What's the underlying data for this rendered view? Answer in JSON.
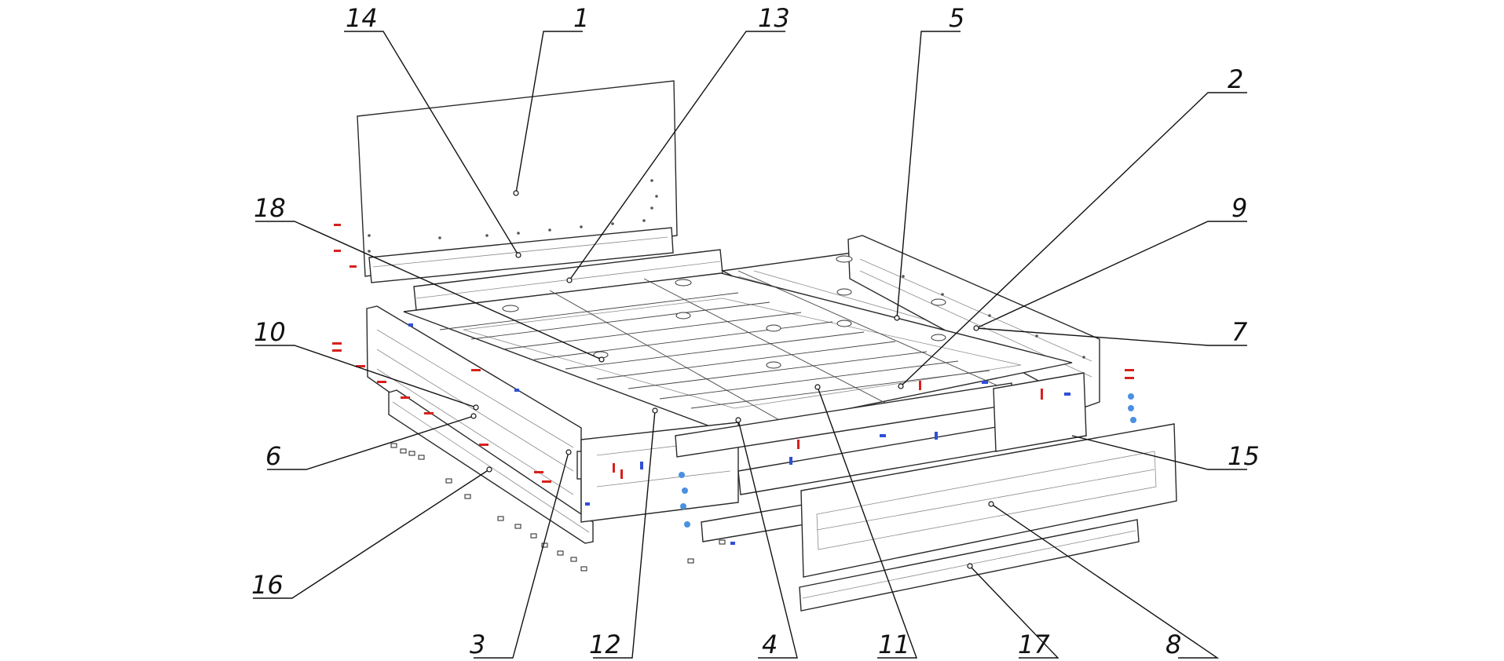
{
  "colors": {
    "line": "#2a2a2a",
    "screw_red": "#d8201c",
    "dowel_blue": "#2e4fd6",
    "cam_light_blue": "#4a90e2"
  },
  "callouts": [
    {
      "id": "c14",
      "number": "14"
    },
    {
      "id": "c1",
      "number": "1"
    },
    {
      "id": "c13",
      "number": "13"
    },
    {
      "id": "c5",
      "number": "5"
    },
    {
      "id": "c2",
      "number": "2"
    },
    {
      "id": "c18",
      "number": "18"
    },
    {
      "id": "c9",
      "number": "9"
    },
    {
      "id": "c10",
      "number": "10"
    },
    {
      "id": "c7",
      "number": "7"
    },
    {
      "id": "c6",
      "number": "6"
    },
    {
      "id": "c15",
      "number": "15"
    },
    {
      "id": "c16",
      "number": "16"
    },
    {
      "id": "c3",
      "number": "3"
    },
    {
      "id": "c12",
      "number": "12"
    },
    {
      "id": "c4",
      "number": "4"
    },
    {
      "id": "c11",
      "number": "11"
    },
    {
      "id": "c17",
      "number": "17"
    },
    {
      "id": "c8",
      "number": "8"
    }
  ]
}
